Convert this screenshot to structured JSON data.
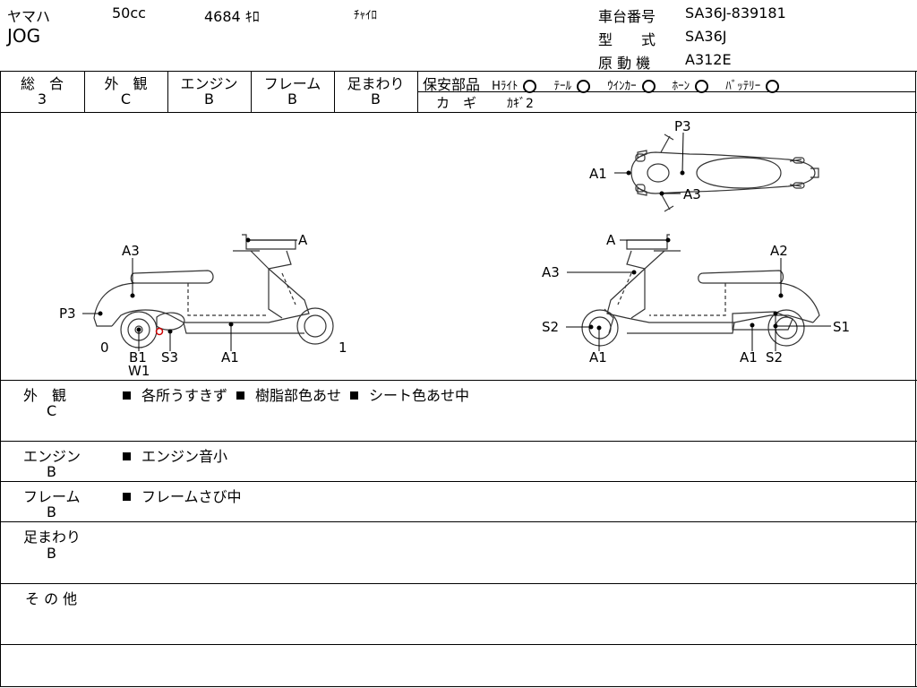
{
  "header": {
    "maker": "ヤマハ",
    "cc": "50cc",
    "km": "4684 ｷﾛ",
    "color": "ﾁｬｲﾛ",
    "model": "JOG",
    "frame_label": "車台番号",
    "frame_no": "SA36J-839181",
    "type_label": "型　　式",
    "type_value": "SA36J",
    "engine_label": "原 動 機",
    "engine_value": "A312E"
  },
  "grades": [
    {
      "label": "総　合",
      "value": "3"
    },
    {
      "label": "外　観",
      "value": "C"
    },
    {
      "label": "エンジン",
      "value": "B"
    },
    {
      "label": "フレーム",
      "value": "B"
    },
    {
      "label": "足まわり",
      "value": "B"
    }
  ],
  "safety": {
    "label": "保安部品",
    "items": [
      {
        "label": "Hﾗｲﾄ"
      },
      {
        "label": "ﾃｰﾙ"
      },
      {
        "label": "ｳｲﾝｶｰ"
      },
      {
        "label": "ﾎｰﾝ"
      },
      {
        "label": "ﾊﾞｯﾃﾘｰ"
      }
    ],
    "key_label": "カ　ギ",
    "key_value": "ｶｷﾞ2"
  },
  "diagram": {
    "top": {
      "p3": "P3",
      "a1": "A1",
      "a3": "A3"
    },
    "left": {
      "a": "A",
      "a3": "A3",
      "p3": "P3",
      "zero": "0",
      "one": "1",
      "b1": "B1",
      "w1": "W1",
      "s3": "S3",
      "a1": "A1"
    },
    "right": {
      "a": "A",
      "a2": "A2",
      "a3": "A3",
      "s2": "S2",
      "s1": "S1",
      "a1": "A1",
      "a1b": "A1",
      "s2b": "S2"
    }
  },
  "sections": [
    {
      "label": "外　観",
      "grade": "C",
      "comments": [
        "各所うすきず",
        "樹脂部色あせ",
        "シート色あせ中"
      ]
    },
    {
      "label": "エンジン",
      "grade": "B",
      "comments": [
        "エンジン音小"
      ]
    },
    {
      "label": "フレーム",
      "grade": "B",
      "comments": [
        "フレームさび中"
      ]
    },
    {
      "label": "足まわり",
      "grade": "B",
      "comments": []
    },
    {
      "label": "そ の 他",
      "grade": "",
      "comments": []
    }
  ]
}
